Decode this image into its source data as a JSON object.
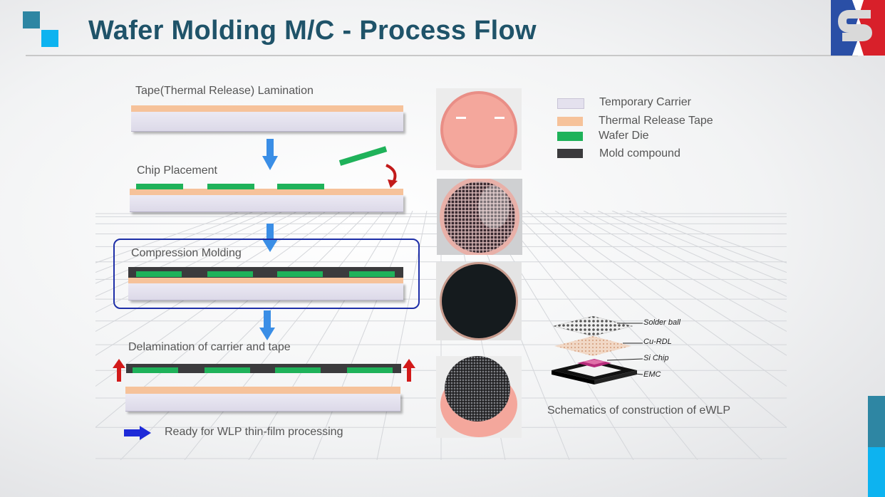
{
  "header": {
    "title": "Wafer Molding M/C - Process Flow"
  },
  "colors": {
    "title": "#1f5369",
    "carrier": "#e4e1ee",
    "tape": "#f6c29a",
    "die": "#1fb25a",
    "mold": "#3b3b3d",
    "box_border": "#1e2fa8",
    "arrow_blue": "#3a8ee6",
    "arrow_red": "#d21a1a",
    "accent_dark": "#2e86a3",
    "accent_light": "#0db3f0"
  },
  "steps": {
    "lamination": "Tape(Thermal Release) Lamination",
    "chip_placement": "Chip Placement",
    "compression_molding": "Compression Molding",
    "delamination": "Delamination of carrier and tape",
    "ready": "Ready for WLP thin-film processing"
  },
  "legend": [
    {
      "label": "Temporary Carrier",
      "color": "#e4e1ee"
    },
    {
      "label": "Thermal Release Tape",
      "color": "#f6c29a"
    },
    {
      "label": "Wafer Die",
      "color": "#1fb25a"
    },
    {
      "label": "Mold compound",
      "color": "#3b3b3d"
    }
  ],
  "ewlp": {
    "labels": [
      "Solder ball",
      "Cu-RDL",
      "Si Chip",
      "EMC"
    ],
    "caption": "Schematics of construction of eWLP"
  },
  "icons": [
    "logo-squares-icon",
    "brand-s-logo",
    "down-arrow-icon",
    "curved-arrow-icon",
    "up-arrow-icon",
    "right-arrow-icon"
  ]
}
